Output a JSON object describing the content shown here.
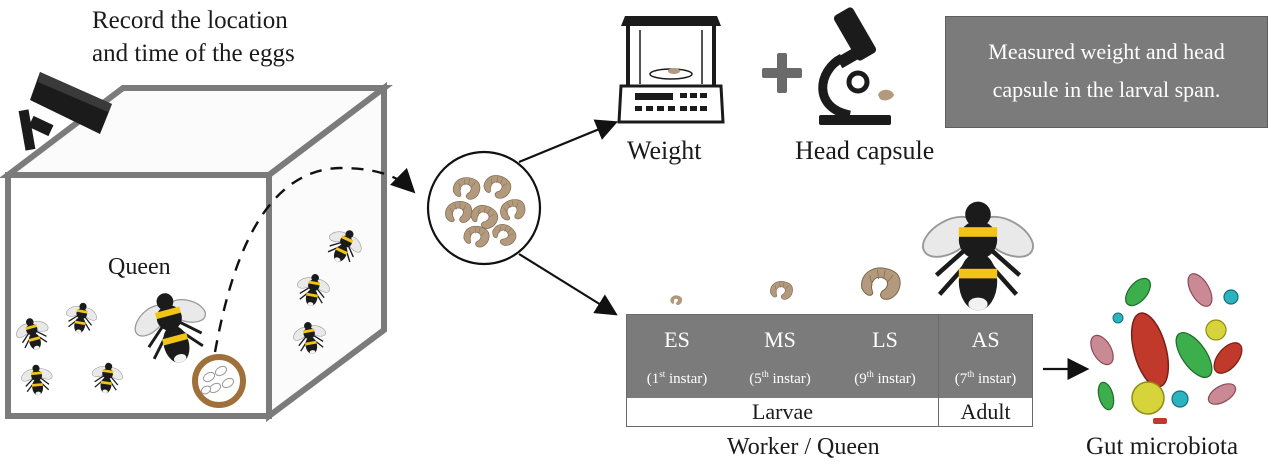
{
  "caption": {
    "line1": "Record the location",
    "line2": "and time of the eggs"
  },
  "queen_label": "Queen",
  "weight_label": "Weight",
  "head_capsule_label": "Head capsule",
  "plus_sign": "+",
  "info_box": {
    "line1": "Measured weight and head",
    "line2": "capsule in the larval span."
  },
  "stages": [
    {
      "name": "ES",
      "ordinal": "1",
      "suffix": "st",
      "word": "instar"
    },
    {
      "name": "MS",
      "ordinal": "5",
      "suffix": "th",
      "word": "instar"
    },
    {
      "name": "LS",
      "ordinal": "9",
      "suffix": "th",
      "word": "instar"
    },
    {
      "name": "AS",
      "ordinal": "7",
      "suffix": "th",
      "word": "instar"
    }
  ],
  "larvae_label": "Larvae",
  "adult_label": "Adult",
  "caste_label": "Worker / Queen",
  "microbiota_label": "Gut microbiota",
  "colors": {
    "box_gray": "#7b7b7b",
    "bee_black": "#1b1b1b",
    "bee_yellow": "#f2c417",
    "larva_tan": "#b39a7c",
    "egg_ring": "#a0703a",
    "microbe_red": "#c0392b",
    "microbe_green": "#3cae4c",
    "microbe_yellow": "#d6d43a",
    "microbe_pink": "#c98a95",
    "microbe_cyan": "#2bb3bf"
  }
}
